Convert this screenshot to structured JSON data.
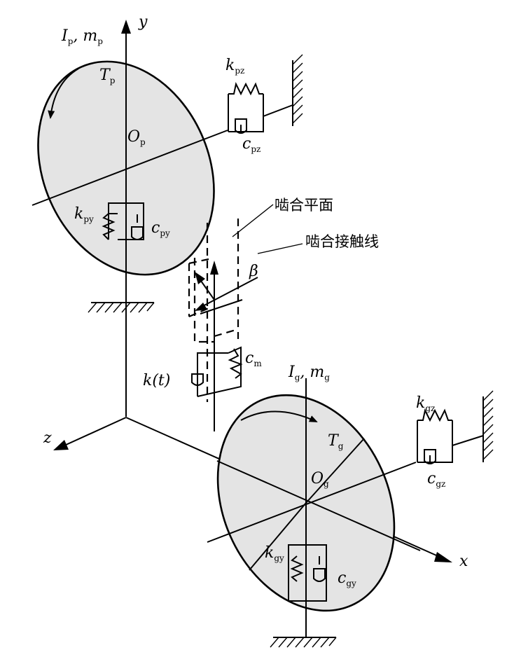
{
  "labels": {
    "y_axis": "y",
    "x_axis": "x",
    "z_axis": "z",
    "pinion_inertia_mass": [
      "I",
      "p",
      ", m",
      "p"
    ],
    "gear_inertia_mass": [
      "I",
      "g",
      ", m",
      "g"
    ],
    "pinion_torque": [
      "T",
      "p"
    ],
    "gear_torque": [
      "T",
      "g"
    ],
    "pinion_center": [
      "O",
      "p"
    ],
    "gear_center": [
      "O",
      "g"
    ],
    "k_pz": [
      "k",
      "pz"
    ],
    "c_pz": [
      "c",
      "pz"
    ],
    "k_py": [
      "k",
      "py"
    ],
    "c_py": [
      "c",
      "py"
    ],
    "k_gz": [
      "k",
      "gz"
    ],
    "c_gz": [
      "c",
      "gz"
    ],
    "k_gy": [
      "k",
      "gy"
    ],
    "c_gy": [
      "c",
      "gy"
    ],
    "c_m": [
      "c",
      "m"
    ],
    "k_t": "k(t)",
    "beta": "β",
    "mesh_plane": "啮合平面",
    "mesh_contact_line": "啮合接触线"
  },
  "colors": {
    "line": "#000000",
    "disk_fill": "#e4e4e4"
  }
}
